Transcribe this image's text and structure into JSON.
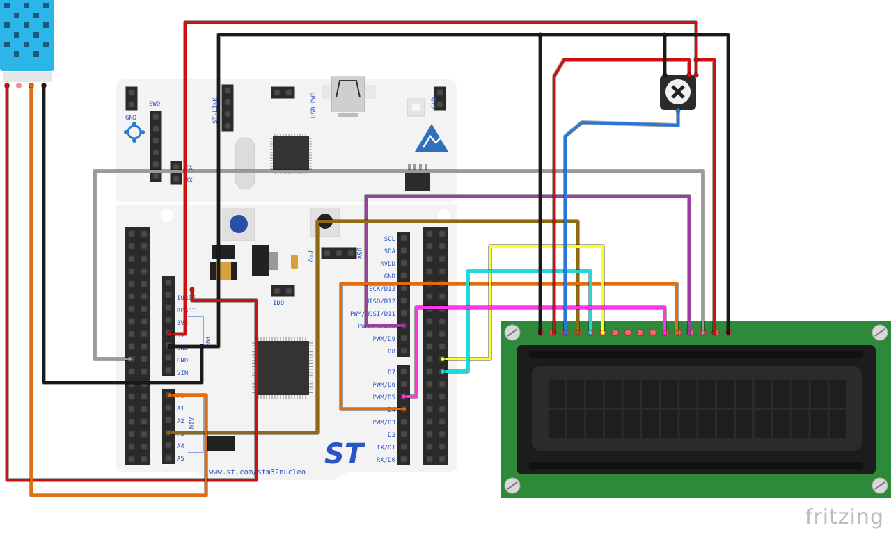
{
  "app": {
    "watermark": "fritzing"
  },
  "board": {
    "url_text": "www.st.com/stm32nucleo",
    "logo_text": "ST",
    "labels_top": {
      "gnd": "GND",
      "swd": "SWD",
      "tx": "TX",
      "rx": "RX",
      "usb_pwr": "USB PWR",
      "stlink": "ST-LINK",
      "gnd_right": "GND"
    },
    "labels_mid": {
      "e5v": "E5V",
      "u5v": "U5V",
      "idd": "IDD"
    },
    "power_pins": [
      "IOREF",
      "RESET",
      "3V3",
      "5V",
      "GND",
      "GND",
      "VIN"
    ],
    "analog_pins": [
      "A0",
      "A1",
      "A2",
      "A3",
      "A4",
      "A5"
    ],
    "analog_group": "AIN",
    "power_group": "PWR",
    "digital_pins_top": [
      "SCL",
      "SDA",
      "AVDD",
      "GND",
      "SCK/D13",
      "MISO/D12",
      "PWM/MOSI/D11",
      "PWM/CS/D10",
      "PWM/D9",
      "D8"
    ],
    "digital_pins_bottom": [
      "D7",
      "PWM/D6",
      "PWM/D5",
      "D4",
      "PWM/D3",
      "D2",
      "TX/D1",
      "RX/D0"
    ]
  },
  "lcd": {
    "pin_count": 16,
    "rows": 2,
    "cols": 16
  },
  "colors": {
    "board": "#f3f3f3",
    "lcd_pcb": "#2d8a3a",
    "sensor": "#2bb5e8",
    "red": "#cc1111",
    "black": "#1a1a1a",
    "grey": "#9a9a9a",
    "blue": "#2a78d6",
    "purple": "#9b3f9f",
    "brown": "#8f6a12",
    "yellow": "#ffff22",
    "cyan": "#20d8d8",
    "orange": "#e06d10",
    "magenta": "#ff36e8"
  }
}
